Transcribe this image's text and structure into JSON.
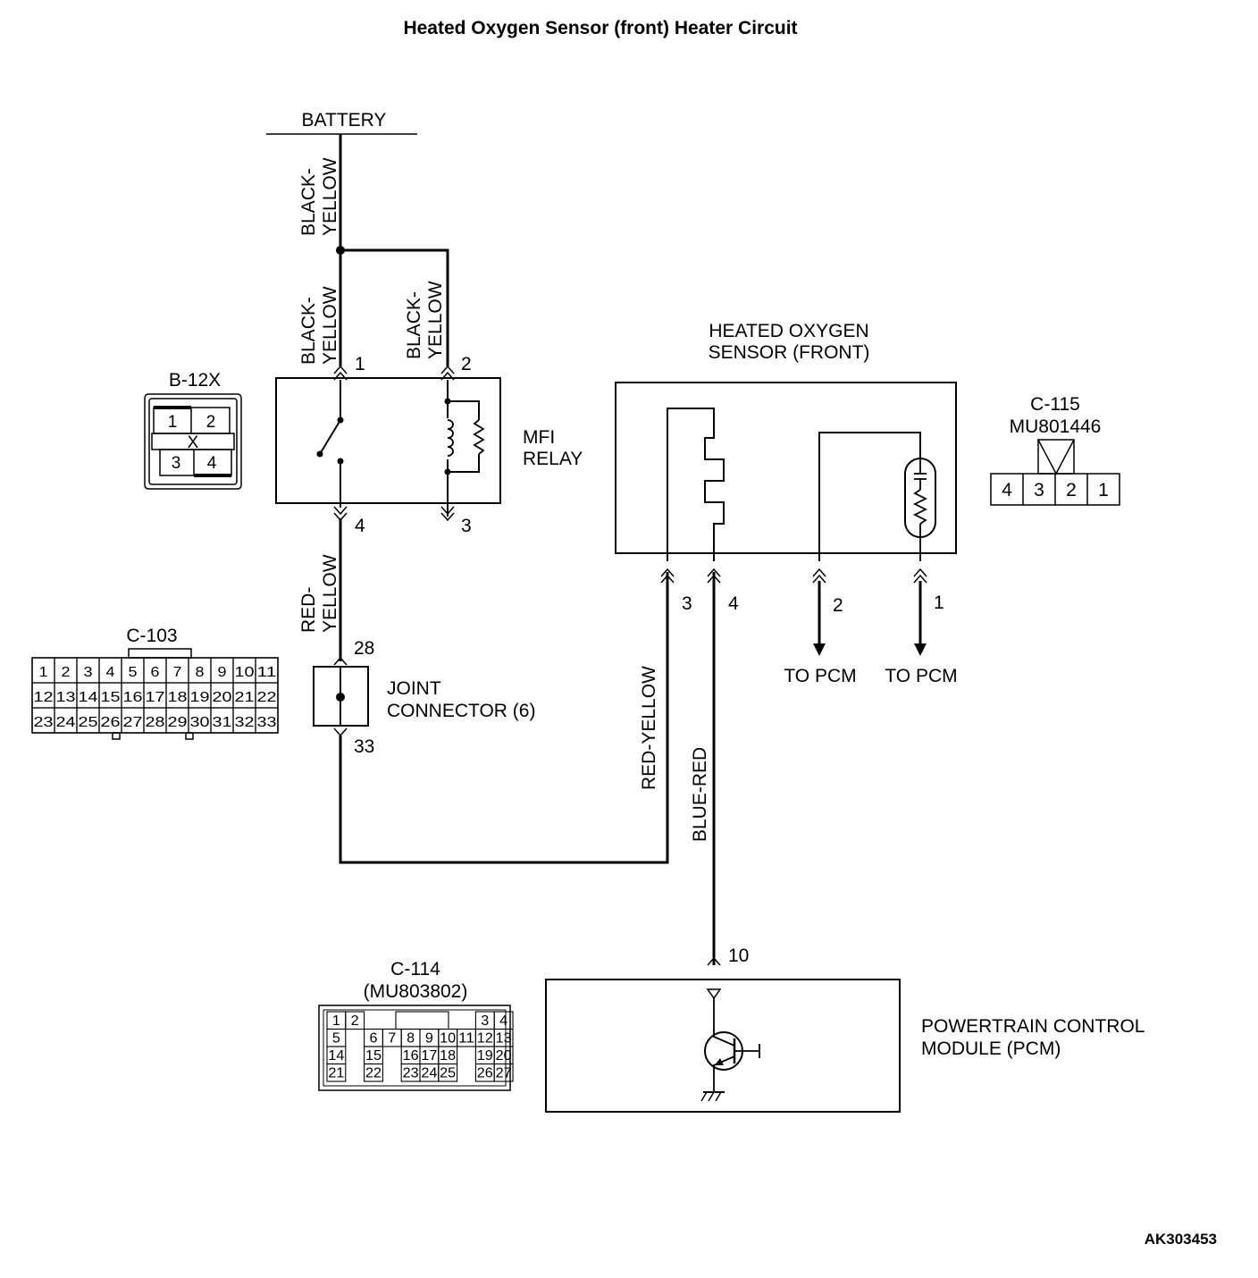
{
  "title": "Heated Oxygen Sensor (front) Heater Circuit",
  "figure_code": "AK303453",
  "battery": "BATTERY",
  "wires": {
    "black_yellow_1": "BLACK-",
    "black_yellow_2": "YELLOW",
    "red_yellow_v1": "RED-",
    "red_yellow_v2": "YELLOW",
    "red_yellow": "RED-YELLOW",
    "blue_red": "BLUE-RED"
  },
  "mfi_relay": {
    "name_1": "MFI",
    "name_2": "RELAY",
    "pins": [
      "1",
      "2",
      "3",
      "4"
    ]
  },
  "b12x": {
    "label": "B-12X",
    "pins": [
      "1",
      "2",
      "3",
      "4"
    ],
    "mark": "X"
  },
  "joint_connector": {
    "name_1": "JOINT",
    "name_2": "CONNECTOR (6)",
    "pin_in": "28",
    "pin_out": "33"
  },
  "c103": {
    "label": "C-103",
    "rows": [
      [
        "1",
        "2",
        "3",
        "4",
        "5",
        "6",
        "7",
        "8",
        "9",
        "10",
        "11"
      ],
      [
        "12",
        "13",
        "14",
        "15",
        "16",
        "17",
        "18",
        "19",
        "20",
        "21",
        "22"
      ],
      [
        "23",
        "24",
        "25",
        "26",
        "27",
        "28",
        "29",
        "30",
        "31",
        "32",
        "33"
      ]
    ]
  },
  "sensor": {
    "name_1": "HEATED OXYGEN",
    "name_2": "SENSOR (FRONT)",
    "pins": [
      "3",
      "4",
      "2",
      "1"
    ],
    "to_pcm": "TO PCM"
  },
  "c115": {
    "label": "C-115",
    "part": "MU801446",
    "pins": [
      "4",
      "3",
      "2",
      "1"
    ]
  },
  "c114": {
    "label": "C-114",
    "part": "(MU803802)",
    "rows": [
      [
        "1",
        "2",
        "",
        "",
        "",
        "",
        "3",
        "4"
      ],
      [
        "5",
        "6",
        "7",
        "8",
        "9",
        "10",
        "11",
        "12",
        "13"
      ],
      [
        "14",
        "15",
        "16",
        "17",
        "18",
        "19",
        "20"
      ],
      [
        "21",
        "22",
        "23",
        "24",
        "25",
        "26",
        "27"
      ]
    ]
  },
  "pcm": {
    "name_1": "POWERTRAIN CONTROL",
    "name_2": "MODULE (PCM)",
    "pin": "10"
  }
}
